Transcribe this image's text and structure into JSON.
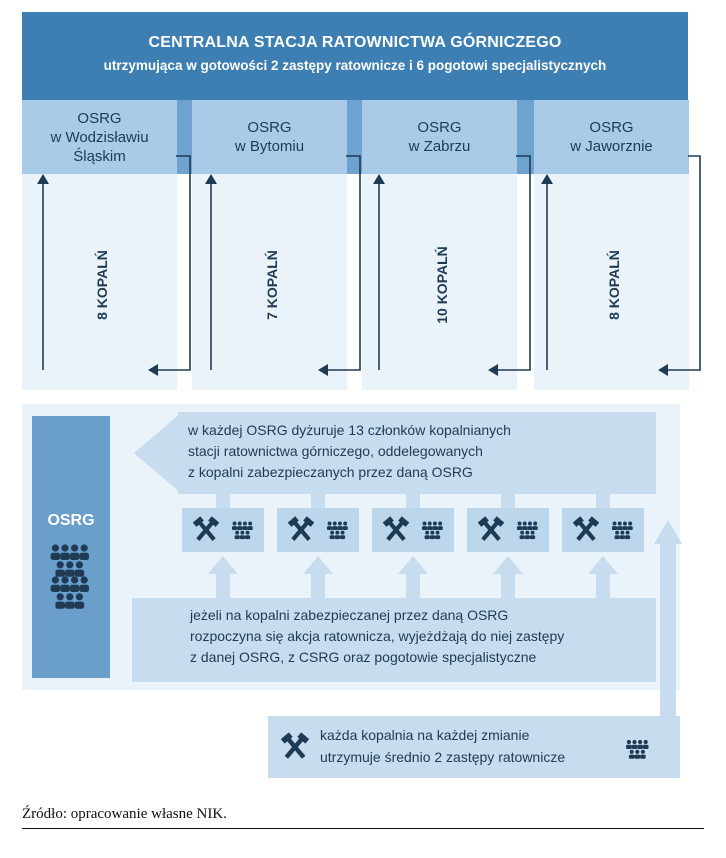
{
  "header": {
    "title": "CENTRALNA STACJA RATOWNICTWA GÓRNICZEGO",
    "subtitle": "utrzymująca w gotowości 2 zastępy ratownicze i 6 pogotowi specjalistycznych"
  },
  "stations": [
    {
      "line1": "OSRG",
      "line2": "w Wodzisławiu",
      "line3": "Śląskim"
    },
    {
      "line1": "OSRG",
      "line2": "w Bytomiu",
      "line3": ""
    },
    {
      "line1": "OSRG",
      "line2": "w  Zabrzu",
      "line3": ""
    },
    {
      "line1": "OSRG",
      "line2": "w Jaworznie",
      "line3": ""
    }
  ],
  "mines": [
    "8 KOPALŃ",
    "7 KOPALŃ",
    "10 KOPALŃ",
    "8 KOPALŃ"
  ],
  "side": {
    "label": "OSRG"
  },
  "duty": {
    "line1": "w każdej OSRG dyżuruje 13 członków kopalnianych",
    "line2": "stacji ratownictwa górniczego, oddelegowanych",
    "line3": "z kopalni zabezpieczanych przez daną OSRG"
  },
  "action": {
    "line1": "jeżeli na kopalni zabezpieczanej przez daną OSRG",
    "line2": "rozpoczyna się akcja ratownicza, wyjeżdżają do niej  zastępy",
    "line3": "z danej OSRG, z CSRG oraz pogotowie specjalistyczne"
  },
  "shift": {
    "line1": "każda kopalnia na każdej zmianie",
    "line2": "utrzymuje średnio 2 zastępy ratownicze"
  },
  "source": "Źródło: opracowanie własne NIK.",
  "icons": {
    "tool": "hammer-pick-icon",
    "people": "rescue-team-icon"
  },
  "colors": {
    "dark": "#1f3a55",
    "header": "#3d7fb3",
    "light": "#c7dcee"
  }
}
